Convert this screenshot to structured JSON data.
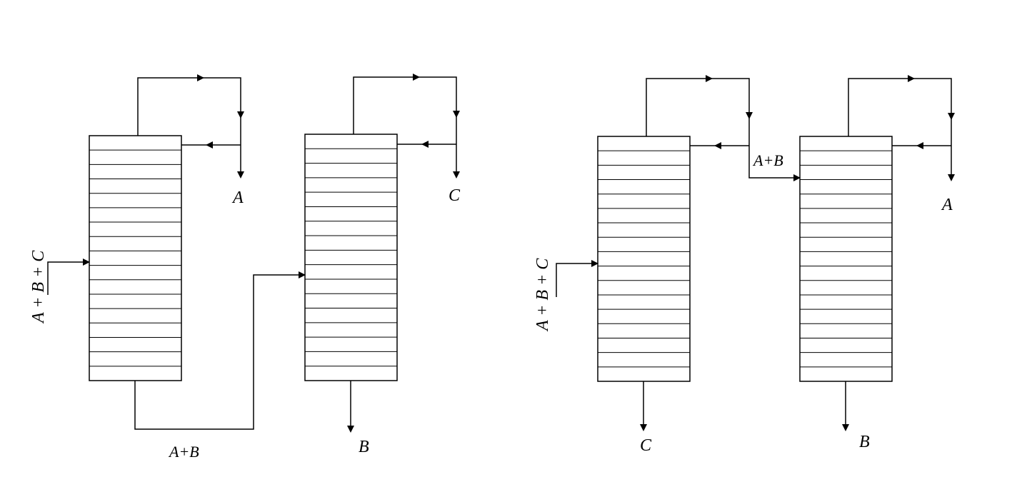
{
  "labels": {
    "feed_left": "A + B + C",
    "feed_right": "A + B + C",
    "left_col1_top": "A",
    "left_col2_top": "C",
    "left_col2_bottom": "B",
    "left_transfer": "A+B",
    "right_col1_bottom": "C",
    "right_transfer": "A+B",
    "right_col2_top": "A",
    "right_col2_bottom": "B"
  },
  "colors": {
    "line": "#000000",
    "background": "#ffffff"
  }
}
